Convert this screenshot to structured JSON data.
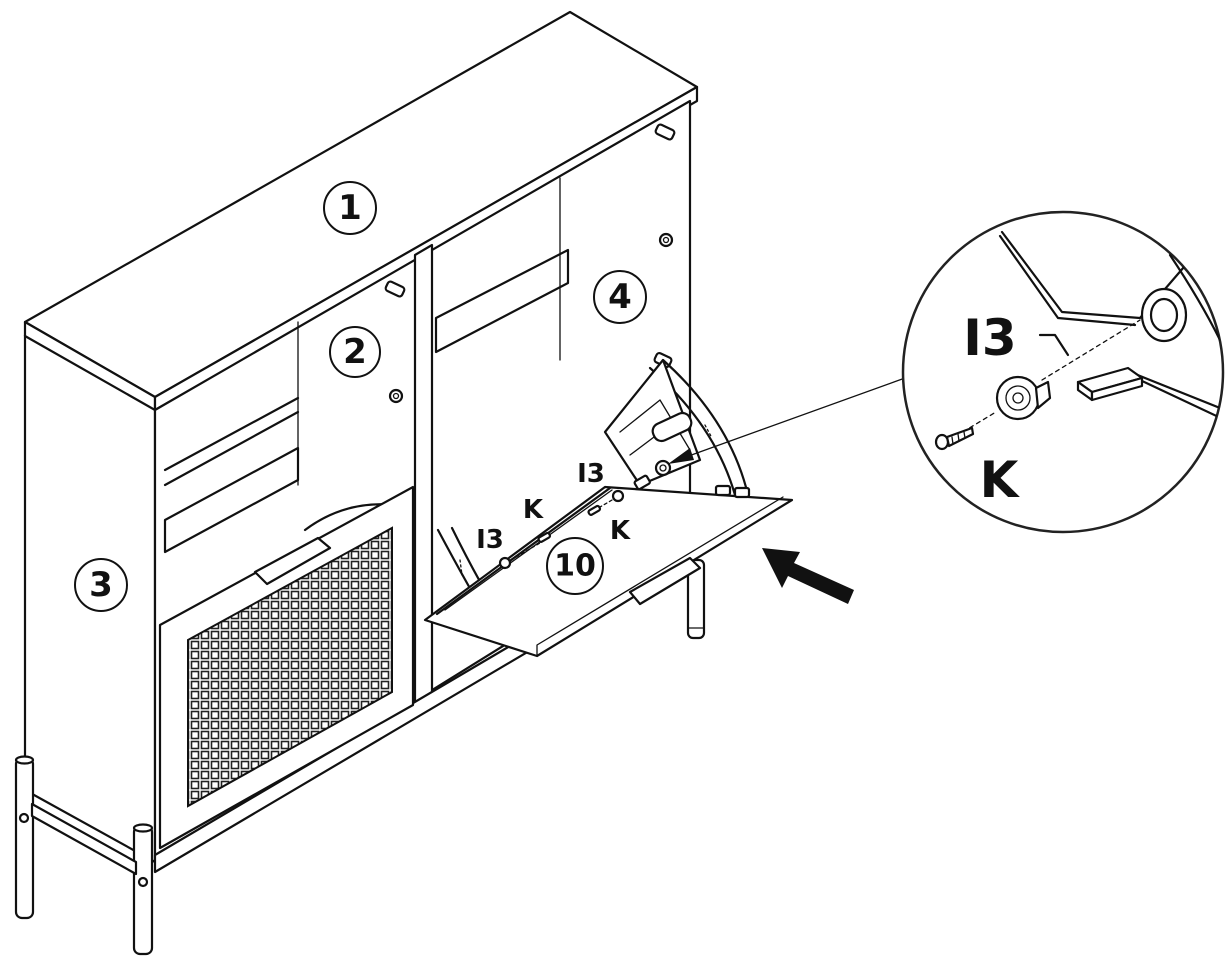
{
  "part_labels": {
    "part_1": "1",
    "part_2": "2",
    "part_3": "3",
    "part_4": "4",
    "part_10": "10"
  },
  "hardware_labels": {
    "i13_left": "I3",
    "k_left": "K",
    "i13_right": "I3",
    "k_right": "K"
  },
  "detail_view": {
    "i13": "I3",
    "k": "K"
  }
}
